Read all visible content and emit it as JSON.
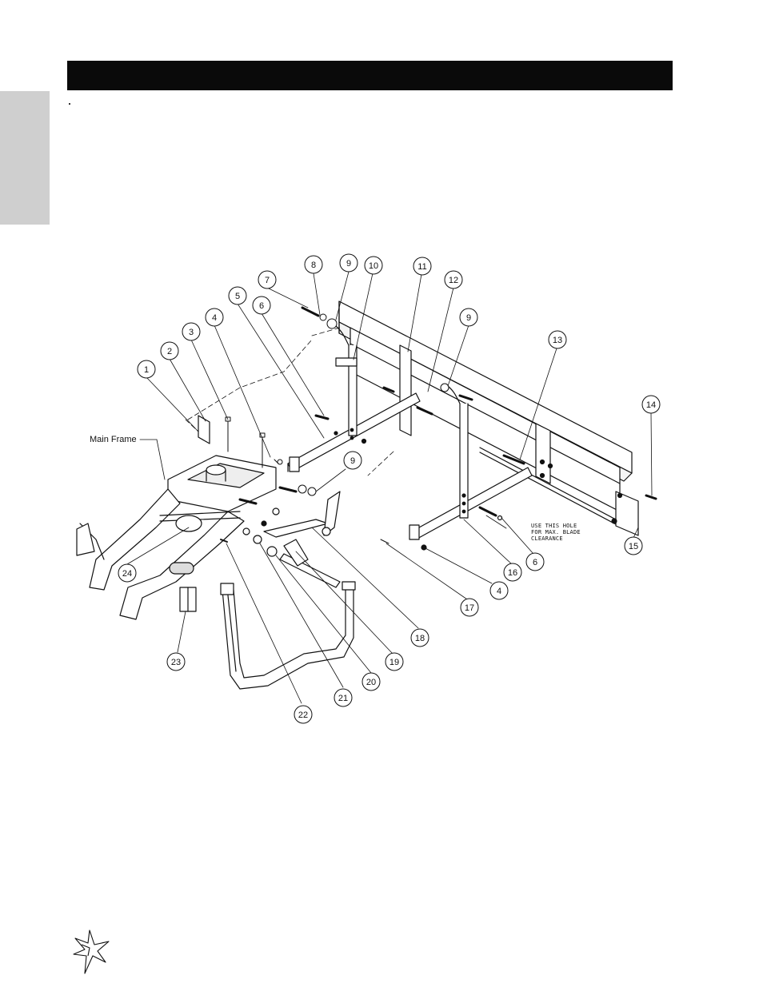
{
  "header": {
    "title": ""
  },
  "diagram": {
    "main_frame_label": "Main Frame",
    "note_lines": [
      "USE THIS HOLE",
      "FOR MAX. BLADE",
      "CLEARANCE"
    ],
    "callouts": [
      {
        "id": "c1",
        "num": "1"
      },
      {
        "id": "c2",
        "num": "2"
      },
      {
        "id": "c3",
        "num": "3"
      },
      {
        "id": "c4a",
        "num": "4"
      },
      {
        "id": "c5",
        "num": "5"
      },
      {
        "id": "c6a",
        "num": "6"
      },
      {
        "id": "c7",
        "num": "7"
      },
      {
        "id": "c8",
        "num": "8"
      },
      {
        "id": "c9a",
        "num": "9"
      },
      {
        "id": "c10",
        "num": "10"
      },
      {
        "id": "c11",
        "num": "11"
      },
      {
        "id": "c12",
        "num": "12"
      },
      {
        "id": "c9b",
        "num": "9"
      },
      {
        "id": "c13",
        "num": "13"
      },
      {
        "id": "c14",
        "num": "14"
      },
      {
        "id": "c15",
        "num": "15"
      },
      {
        "id": "c9c",
        "num": "9"
      },
      {
        "id": "c6b",
        "num": "6"
      },
      {
        "id": "c16",
        "num": "16"
      },
      {
        "id": "c4b",
        "num": "4"
      },
      {
        "id": "c17",
        "num": "17"
      },
      {
        "id": "c18",
        "num": "18"
      },
      {
        "id": "c19",
        "num": "19"
      },
      {
        "id": "c20",
        "num": "20"
      },
      {
        "id": "c21",
        "num": "21"
      },
      {
        "id": "c22",
        "num": "22"
      },
      {
        "id": "c23",
        "num": "23"
      },
      {
        "id": "c24",
        "num": "24"
      }
    ]
  }
}
